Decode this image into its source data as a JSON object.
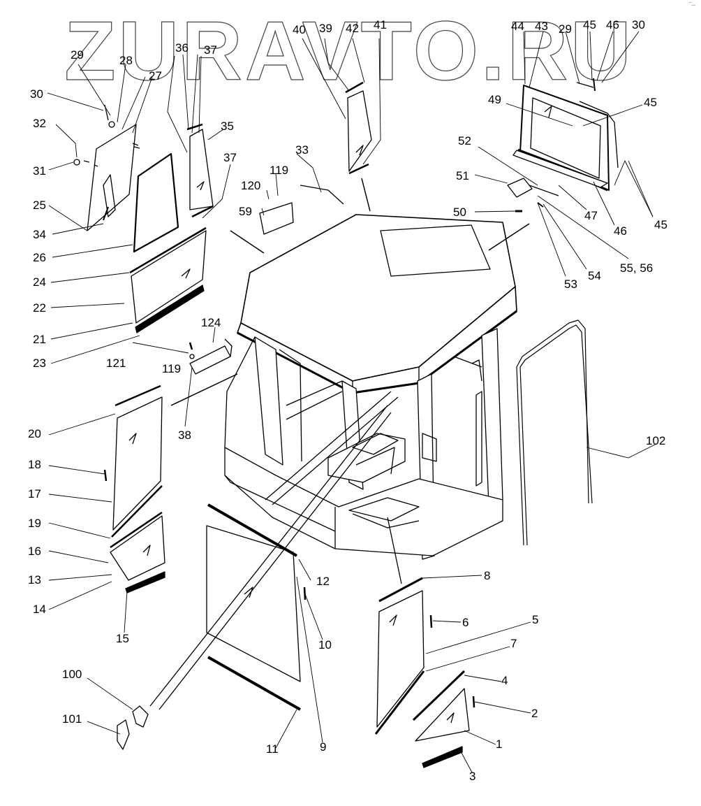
{
  "watermark": "ZURAVTO.RU",
  "corner_mark": "˜–",
  "callouts": [
    "29",
    "28",
    "27",
    "30",
    "32",
    "31",
    "25",
    "34",
    "26",
    "24",
    "22",
    "21",
    "23",
    "36",
    "37",
    "35",
    "37",
    "40",
    "39",
    "42",
    "41",
    "44",
    "43",
    "29",
    "45",
    "46",
    "30",
    "49",
    "45",
    "52",
    "51",
    "50",
    "47",
    "46",
    "45",
    "55, 56",
    "54",
    "53",
    "33",
    "119",
    "120",
    "59",
    "124",
    "121",
    "119",
    "38",
    "20",
    "18",
    "17",
    "19",
    "16",
    "13",
    "14",
    "15",
    "12",
    "10",
    "9",
    "11",
    "100",
    "101",
    "8",
    "6",
    "5",
    "7",
    "4",
    "2",
    "1",
    "3",
    "102"
  ]
}
